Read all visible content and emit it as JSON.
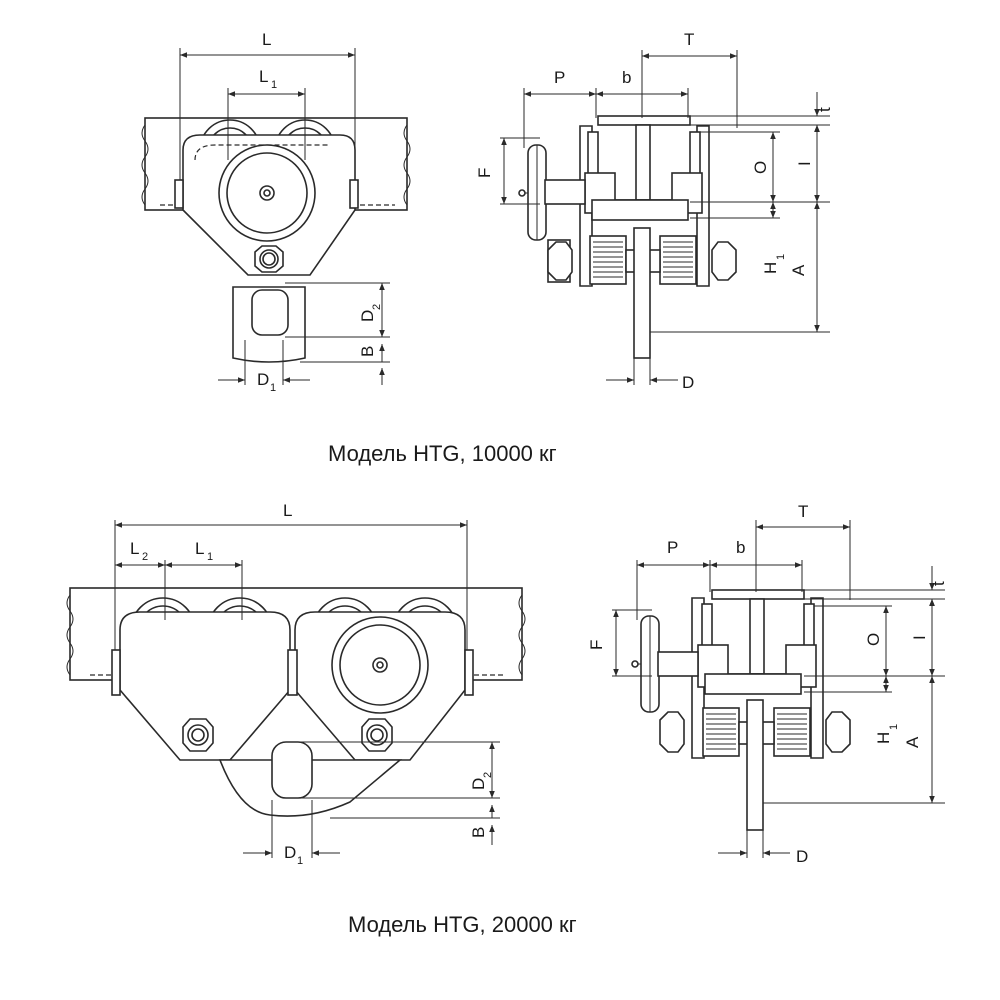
{
  "diagrams": [
    {
      "caption": "Модель HTG, 10000 кг",
      "front_view": {
        "labels": {
          "L": "L",
          "L1": "L",
          "L1_sub": "1",
          "D2": "D",
          "D2_sub": "2",
          "B": "B",
          "D1": "D",
          "D1_sub": "1"
        }
      },
      "side_view": {
        "labels": {
          "T": "T",
          "P": "P",
          "b": "b",
          "t": "t",
          "F": "F",
          "O": "O",
          "I": "I",
          "H1": "H",
          "H1_sub": "1",
          "A": "A",
          "D": "D"
        }
      }
    },
    {
      "caption": "Модель HTG, 20000 кг",
      "front_view": {
        "labels": {
          "L": "L",
          "L2": "L",
          "L2_sub": "2",
          "L1": "L",
          "L1_sub": "1",
          "D2": "D",
          "D2_sub": "2",
          "B": "B",
          "D1": "D",
          "D1_sub": "1"
        }
      },
      "side_view": {
        "labels": {
          "T": "T",
          "P": "P",
          "b": "b",
          "t": "t",
          "F": "F",
          "O": "O",
          "I": "I",
          "H1": "H",
          "H1_sub": "1",
          "A": "A",
          "D": "D"
        }
      }
    }
  ]
}
